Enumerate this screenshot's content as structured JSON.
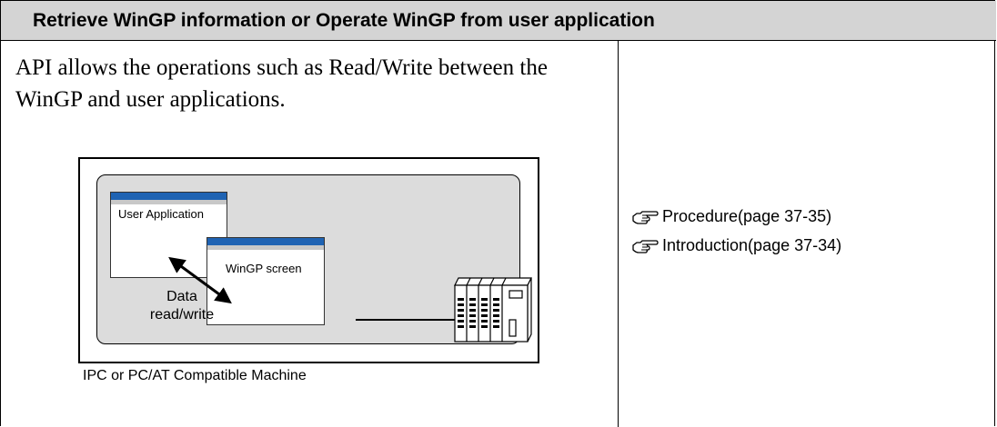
{
  "header": {
    "title": "Retrieve WinGP information or Operate WinGP from user application"
  },
  "left": {
    "description": "API allows the operations such as Read/Write between the WinGP and user applications.",
    "diagram": {
      "user_app_label": "User Application",
      "wingp_label": "WinGP screen",
      "data_label_line1": "Data",
      "data_label_line2": "read/write",
      "machine_label": "IPC or PC/AT Compatible Machine"
    }
  },
  "right": {
    "links": [
      {
        "icon": "pointing-hand-icon",
        "label": "Procedure(page 37-35)"
      },
      {
        "icon": "pointing-hand-icon",
        "label": "Introduction(page 37-34)"
      }
    ]
  },
  "colors": {
    "header_bg": "#d4d4d4",
    "window_titlebar": "#1f63b3",
    "inner_panel": "#dcdcdc"
  }
}
